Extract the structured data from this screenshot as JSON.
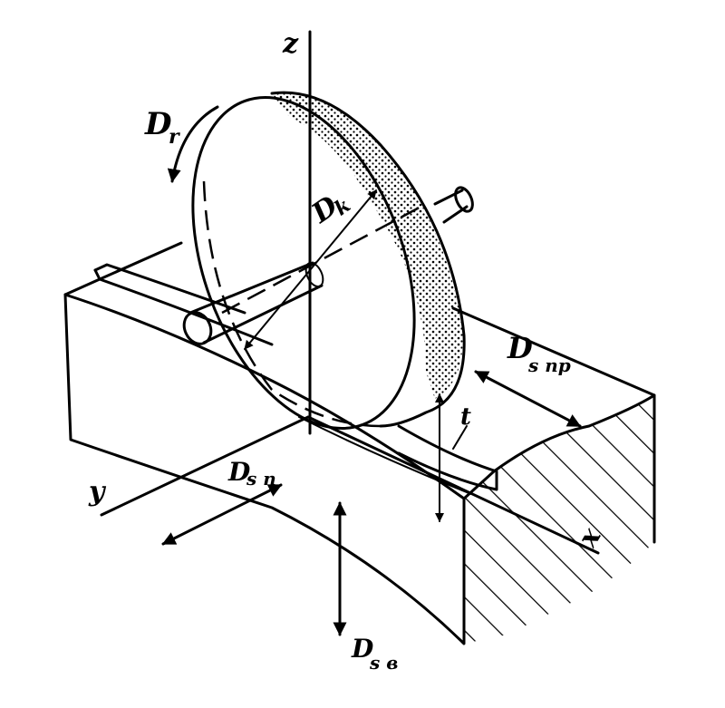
{
  "labels": {
    "z_axis": "z",
    "y_axis": "y",
    "x_axis": "x",
    "main_rotation": "D",
    "main_rotation_sub": "r",
    "part_rotation": "D",
    "part_rotation_sub": "k",
    "longitudinal_feed": "D",
    "longitudinal_feed_sub": "s пр",
    "transverse_feed": "D",
    "transverse_feed_sub": "s п",
    "vertical_feed": "D",
    "vertical_feed_sub": "s в",
    "depth": "t"
  },
  "colors": {
    "ink": "#000000",
    "paper": "#ffffff"
  }
}
